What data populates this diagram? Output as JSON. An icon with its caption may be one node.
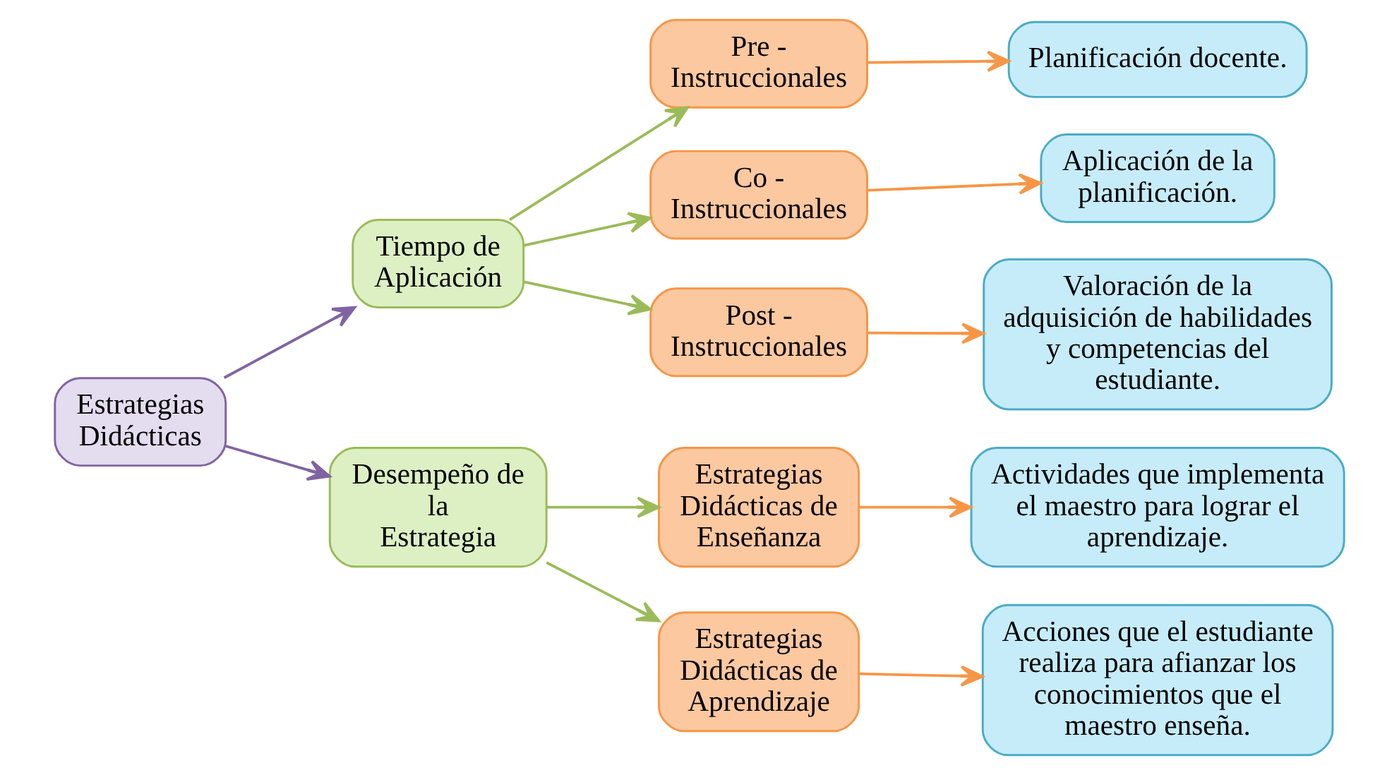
{
  "diagram": {
    "nodes": [
      {
        "text": [
          "Estrategias Didácticas"
        ]
      },
      {
        "text": [
          "Tiempo de Aplicación"
        ]
      },
      {
        "text": [
          "Desempeño de la Estrategia"
        ]
      },
      {
        "text": [
          "Pre - Instruccionales"
        ]
      },
      {
        "text": [
          "Co - Instruccionales"
        ]
      },
      {
        "text": [
          "Post - Instruccionales"
        ]
      },
      {
        "text": [
          "Estrategias Didácticas de Enseñanza"
        ]
      },
      {
        "text": [
          "Estrategias Didácticas de Aprendizaje"
        ]
      },
      {
        "text": [
          "Planificación docente."
        ]
      },
      {
        "text": [
          "Aplicación de la planificación."
        ]
      },
      {
        "text": [
          "Valoración de la adquisición de habilidades y competencias del estudiante."
        ]
      },
      {
        "text": [
          "Actividades que implementa el maestro para lograr el aprendizaje."
        ]
      },
      {
        "text": [
          "Acciones que el estudiante realiza para afianzar los conocimientos que el maestro enseña."
        ]
      }
    ],
    "edges": [
      {
        "from": 0,
        "to": 1,
        "arrow": "to",
        "color": "#8064a2"
      },
      {
        "from": 0,
        "to": 2,
        "arrow": "to",
        "color": "#8064a2"
      },
      {
        "from": 1,
        "to": 3,
        "arrow": "to",
        "color": "#9bbb59"
      },
      {
        "from": 1,
        "to": 4,
        "arrow": "to",
        "color": "#9bbb59"
      },
      {
        "from": 1,
        "to": 5,
        "arrow": "to",
        "color": "#9bbb59"
      },
      {
        "from": 2,
        "to": 6,
        "arrow": "to",
        "color": "#9bbb59"
      },
      {
        "from": 2,
        "to": 7,
        "arrow": "to",
        "color": "#9bbb59"
      },
      {
        "from": 3,
        "to": 8,
        "arrow": "to",
        "color": "#f79646"
      },
      {
        "from": 4,
        "to": 9,
        "arrow": "to",
        "color": "#f79646"
      },
      {
        "from": 5,
        "to": 10,
        "arrow": "to",
        "color": "#f79646"
      },
      {
        "from": 6,
        "to": 11,
        "arrow": "to",
        "color": "#f79646"
      },
      {
        "from": 7,
        "to": 12,
        "arrow": "to",
        "color": "#f79646"
      }
    ]
  }
}
